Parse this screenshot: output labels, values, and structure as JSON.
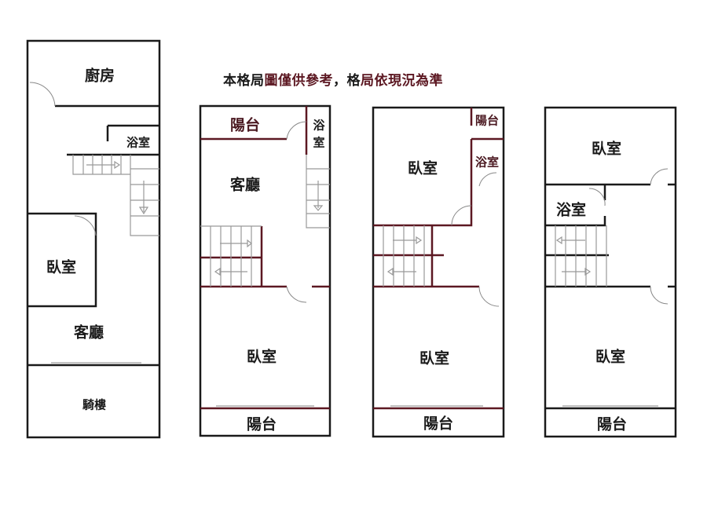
{
  "title": {
    "part1": "本格局",
    "part2": "圖僅供參考",
    "part3": "，格",
    "part4": "局依現況為準"
  },
  "colors": {
    "wall": "#1a1a1a",
    "accent": "#5c1822"
  },
  "plans": [
    {
      "rooms": [
        "廚房",
        "浴室",
        "臥室",
        "客廳",
        "騎樓"
      ]
    },
    {
      "rooms": [
        "陽台",
        "浴",
        "室",
        "客廳",
        "臥室",
        "陽台"
      ]
    },
    {
      "rooms": [
        "陽台",
        "浴室",
        "臥室",
        "臥室",
        "陽台"
      ]
    },
    {
      "rooms": [
        "臥室",
        "浴室",
        "臥室",
        "陽台"
      ]
    }
  ]
}
